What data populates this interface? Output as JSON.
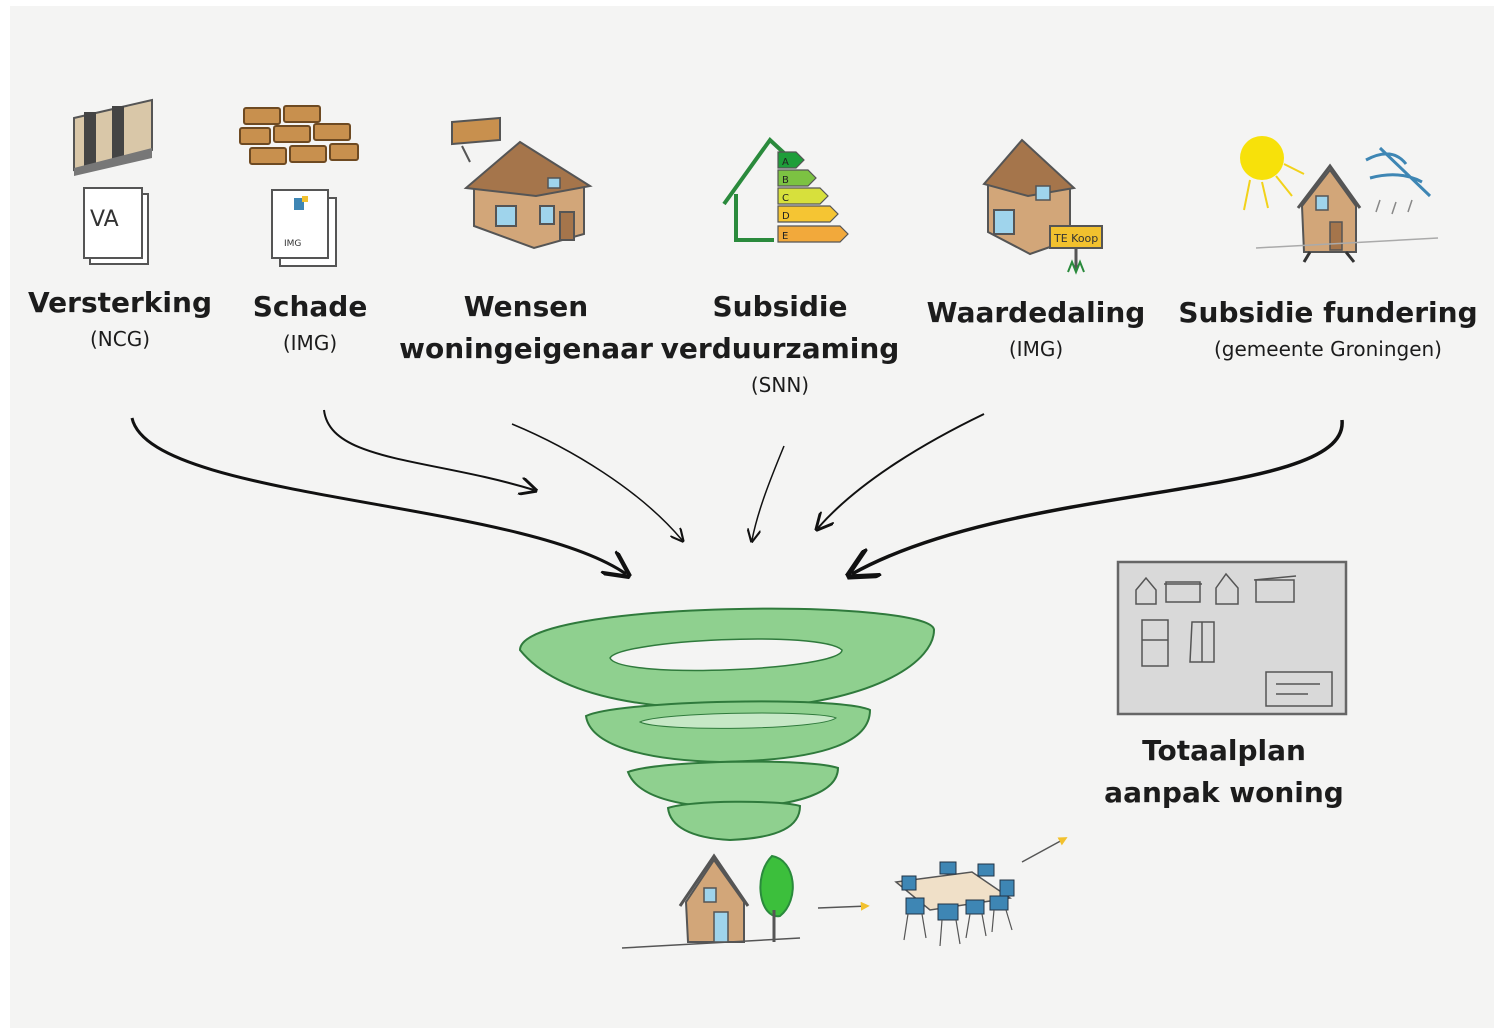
{
  "sources": [
    {
      "title": "Versterking",
      "subtitle": "(NCG)",
      "icon": "reinforcement-doc-icon",
      "doc_text": "VA"
    },
    {
      "title": "Schade",
      "subtitle": "(IMG)",
      "icon": "damage-bricks-icon",
      "doc_text": "IMG"
    },
    {
      "title": "Wensen",
      "title2": "woningeigenaar",
      "icon": "house-wishes-icon"
    },
    {
      "title": "Subsidie",
      "title2": "verduurzaming",
      "subtitle": "(SNN)",
      "icon": "energy-label-icon",
      "energy_letters": [
        "A",
        "B",
        "C",
        "D",
        "E"
      ]
    },
    {
      "title": "Waardedaling",
      "subtitle": "(IMG)",
      "icon": "house-for-sale-icon",
      "sign_text": "TE Koop"
    },
    {
      "title": "Subsidie fundering",
      "subtitle": "(gemeente Groningen)",
      "icon": "weather-house-icon"
    }
  ],
  "result": {
    "line1": "Totaalplan",
    "line2": "aanpak woning"
  },
  "colors": {
    "funnel": "#8fd08f",
    "funnel_dark": "#5fa866",
    "house": "#d2a679",
    "roof": "#a5754b",
    "chair": "#3e86b4",
    "arrow_accent": "#f2c12e",
    "sun": "#f7e10a"
  }
}
